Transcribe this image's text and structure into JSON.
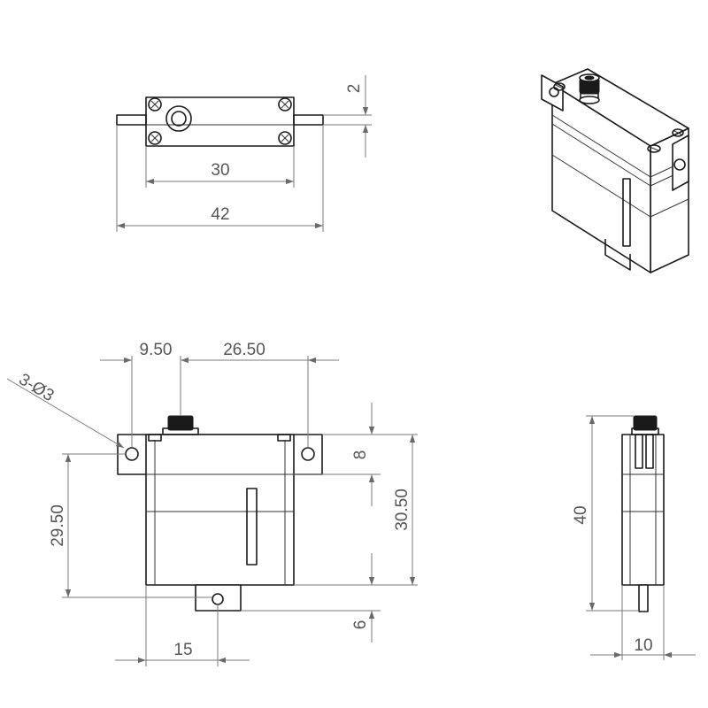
{
  "drawing": {
    "top_view": {
      "dims": {
        "shaft_height": "2",
        "screw_spacing": "30",
        "overall_width": "42"
      }
    },
    "front_view": {
      "dims": {
        "hole_to_shaft": "9.50",
        "shaft_to_hole": "26.50",
        "holes_note": "3-Ø3",
        "hole_to_bottom": "29.50",
        "tab_height": "8",
        "body_height": "30.50",
        "bottom_tab": "6",
        "body_to_hole": "15"
      }
    },
    "side_view": {
      "dims": {
        "total_height": "40",
        "thickness": "10"
      }
    }
  }
}
